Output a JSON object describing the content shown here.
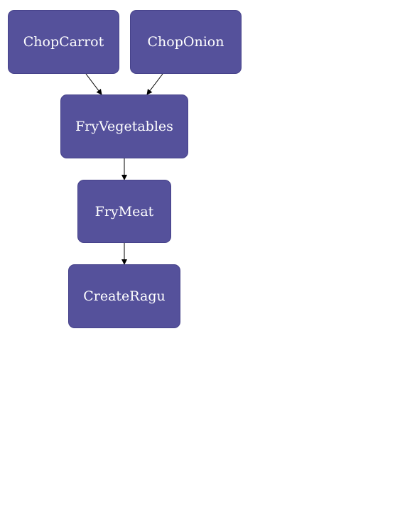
{
  "diagram": {
    "node_color": "#55519b",
    "text_color": "#ffffff",
    "edge_color": "#000000",
    "nodes": [
      {
        "id": "chop-carrot",
        "label": "ChopCarrot"
      },
      {
        "id": "chop-onion",
        "label": "ChopOnion"
      },
      {
        "id": "fry-vegetables",
        "label": "FryVegetables"
      },
      {
        "id": "fry-meat",
        "label": "FryMeat"
      },
      {
        "id": "create-ragu",
        "label": "CreateRagu"
      }
    ],
    "edges": [
      {
        "from": "chop-carrot",
        "to": "fry-vegetables"
      },
      {
        "from": "chop-onion",
        "to": "fry-vegetables"
      },
      {
        "from": "fry-vegetables",
        "to": "fry-meat"
      },
      {
        "from": "fry-meat",
        "to": "create-ragu"
      }
    ]
  }
}
